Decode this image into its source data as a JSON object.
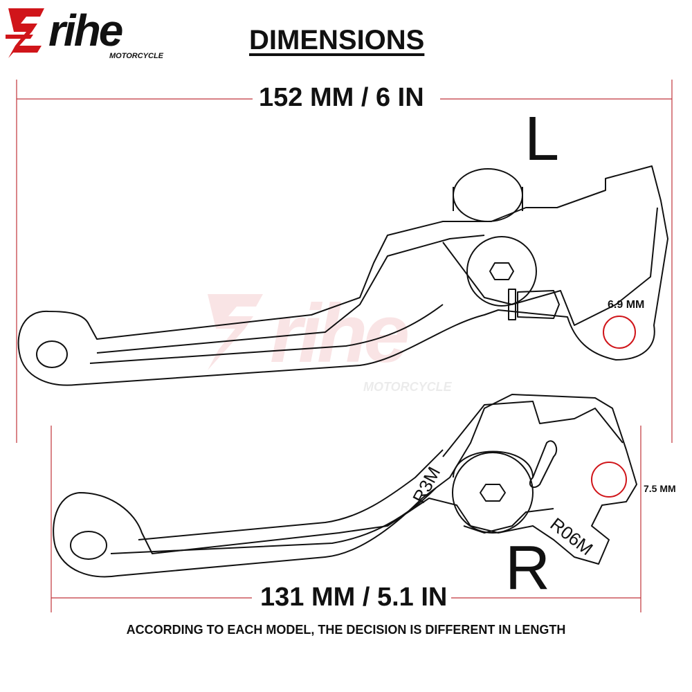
{
  "brand": {
    "name": "rihe",
    "prefix_mark": "Z",
    "tagline": "MOTORCYCLE",
    "color": "#d0151a"
  },
  "title": "DIMENSIONS",
  "levers": {
    "left": {
      "label": "L",
      "overall_length": "152 MM / 6 IN",
      "hole_diameter": "6.9 MM"
    },
    "right": {
      "label": "R",
      "overall_length": "131 MM / 5.1 IN",
      "hole_diameter": "7.5 MM",
      "engravings": [
        "R3M",
        "R06M"
      ]
    }
  },
  "footnote": "ACCORDING TO EACH MODEL, THE DECISION IS DIFFERENT IN LENGTH",
  "colors": {
    "dimension_line": "#c0343a",
    "outline": "#111111",
    "hole_marker": "#d0151a"
  }
}
